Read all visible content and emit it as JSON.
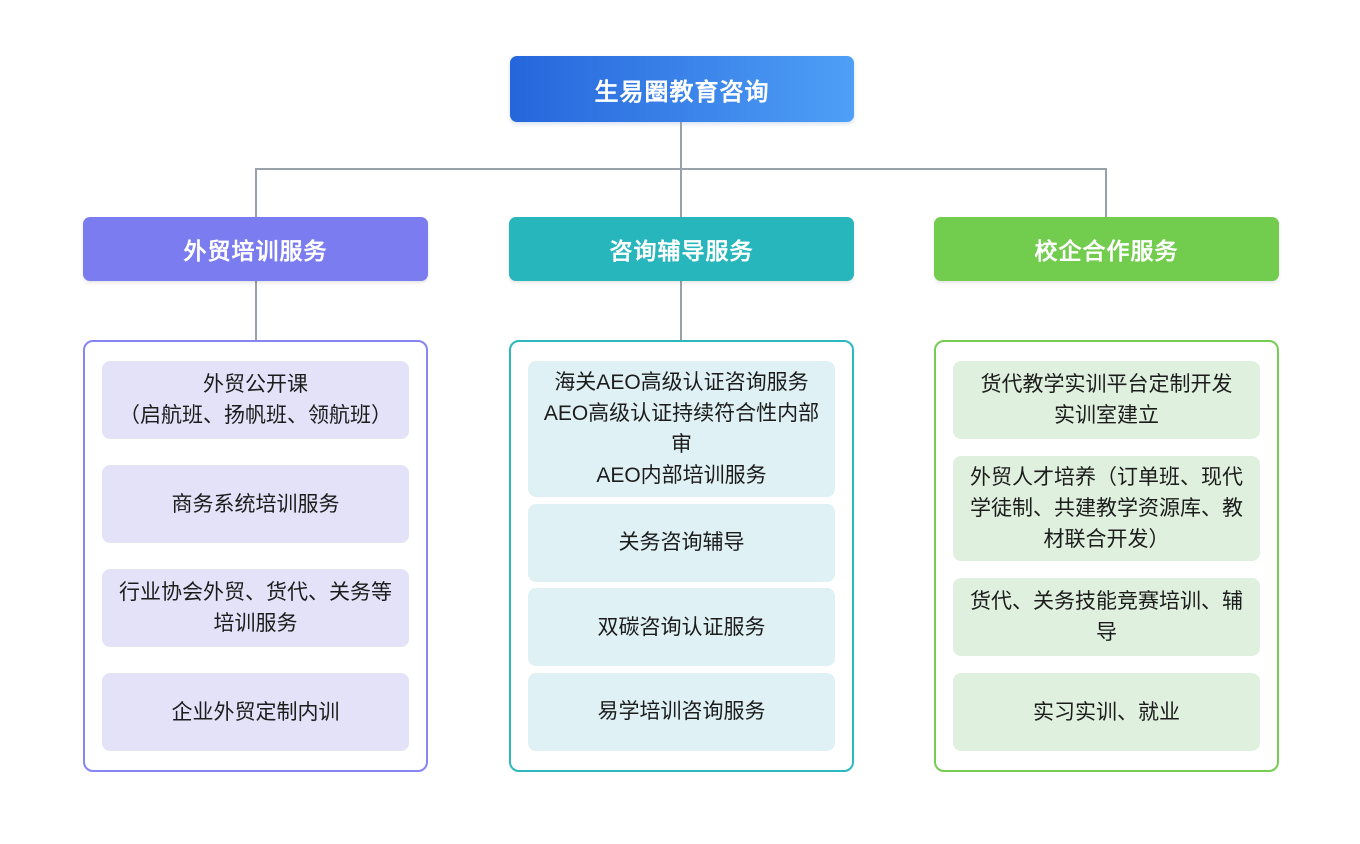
{
  "root": {
    "label": "生易圈教育咨询",
    "gradient": [
      "#2666DC",
      "#4E9FF6"
    ],
    "text_color": "#ffffff"
  },
  "connector_color": "#99A2AB",
  "columns": [
    {
      "header": "外贸培训服务",
      "header_bg": "#7B7CEF",
      "border_color": "#8686F2",
      "item_bg": "#E4E2F8",
      "items": [
        "外贸公开课\n（启航班、扬帆班、领航班）",
        "商务系统培训服务",
        "行业协会外贸、货代、关务等培训服务",
        "企业外贸定制内训"
      ]
    },
    {
      "header": "咨询辅导服务",
      "header_bg": "#28B6BD",
      "border_color": "#2BB8BF",
      "item_bg": "#DFF1F4",
      "items": [
        "海关AEO高级认证咨询服务\nAEO高级认证持续符合性内部审\nAEO内部培训服务",
        "关务咨询辅导",
        "双碳咨询认证服务",
        "易学培训咨询服务"
      ]
    },
    {
      "header": "校企合作服务",
      "header_bg": "#72CC4D",
      "border_color": "#77CD52",
      "item_bg": "#DFF1DE",
      "items": [
        "货代教学实训平台定制开发\n实训室建立",
        "外贸人才培养（订单班、现代学徒制、共建教学资源库、教材联合开发）",
        "货代、关务技能竞赛培训、辅导",
        "实习实训、就业"
      ]
    }
  ]
}
